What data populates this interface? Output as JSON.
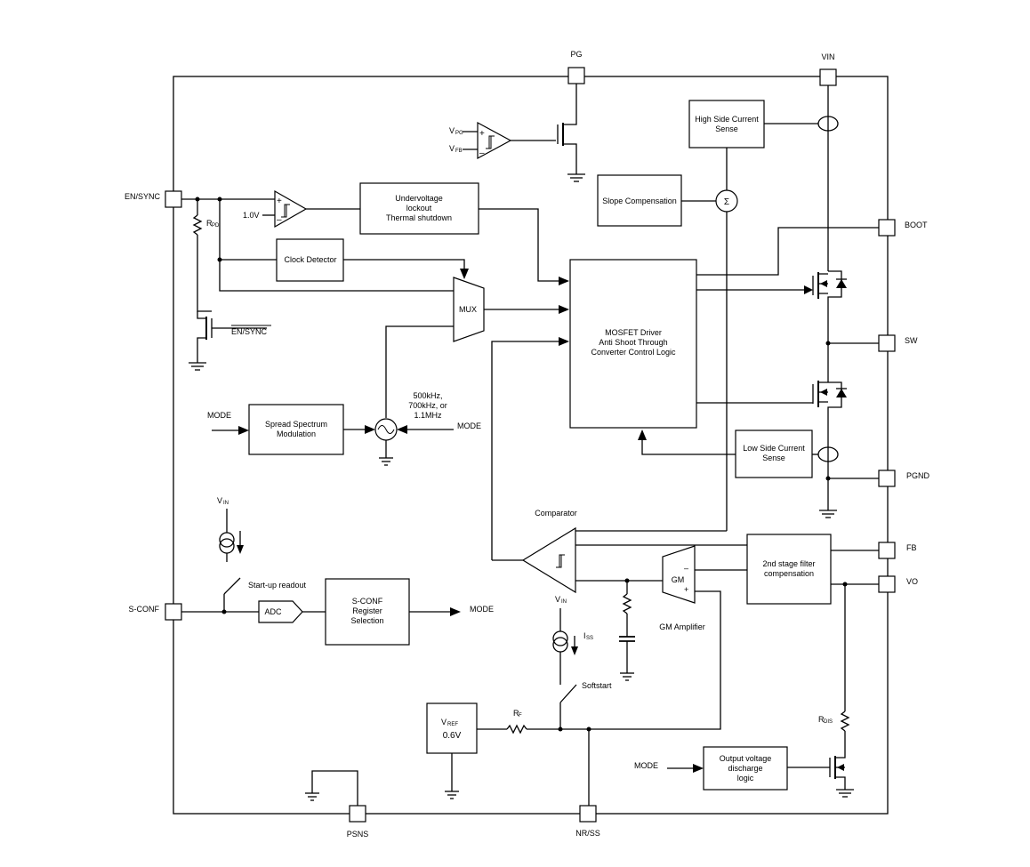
{
  "pins": {
    "pg": "PG",
    "vin": "VIN",
    "en_sync": "EN/SYNC",
    "boot": "BOOT",
    "sw": "SW",
    "pgnd": "PGND",
    "fb": "FB",
    "vo": "VO",
    "s_conf": "S-CONF",
    "psns": "PSNS",
    "nr_ss": "NR/SS"
  },
  "blocks": {
    "high_side_sense": [
      "High Side Current",
      "Sense"
    ],
    "slope_comp": "Slope Compensation",
    "uvlo": [
      "Undervoltage",
      "lockout",
      "Thermal shutdown"
    ],
    "clock_detector": "Clock Detector",
    "mux": "MUX",
    "mosfet_driver": [
      "MOSFET Driver",
      "Anti Shoot Through",
      "Converter Control Logic"
    ],
    "spread_spectrum": [
      "Spread Spectrum",
      "Modulation"
    ],
    "low_side_sense": [
      "Low Side Current",
      "Sense"
    ],
    "filter_comp": [
      "2nd stage filter",
      "compensation"
    ],
    "adc": "ADC",
    "sconf_reg": [
      "S-CONF",
      "Register",
      "Selection"
    ],
    "vref": [
      "V",
      "REF",
      "0.6V"
    ],
    "discharge_logic": [
      "Output voltage",
      "discharge",
      "logic"
    ],
    "gm": "GM"
  },
  "labels": {
    "v1": "1.0V",
    "en_sync_bar": "EN/SYNC",
    "mode": "MODE",
    "freq": [
      "500kHz,",
      "700kHz, or",
      "1.1MHz"
    ],
    "comparator": "Comparator",
    "gm_amp": "GM Amplifier",
    "startup": "Start-up readout",
    "softstart": "Softstart",
    "sigma": "Σ",
    "minus": "–",
    "plus": "+"
  },
  "subscripts": {
    "v": "V",
    "r": "R",
    "i": "I",
    "pg": "PG",
    "fb": "FB",
    "pd": "PD",
    "in": "IN",
    "ss": "SS",
    "f": "F",
    "dis": "DIS"
  }
}
